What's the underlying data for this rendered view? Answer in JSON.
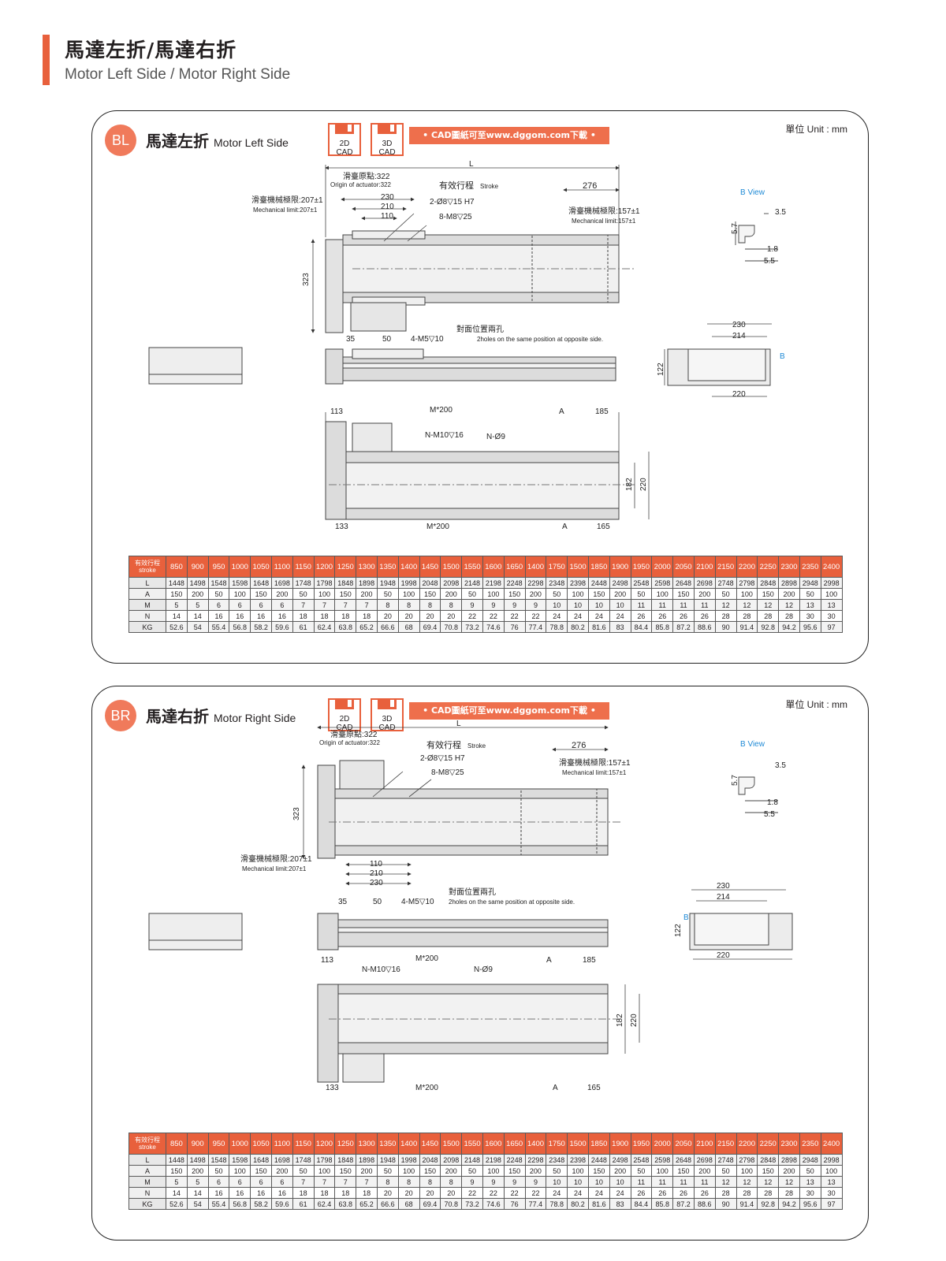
{
  "page": {
    "title": "馬達左折/馬達右折",
    "subtitle": "Motor Left Side / Motor Right Side"
  },
  "common": {
    "cad_2d": [
      "2D",
      "CAD"
    ],
    "cad_3d": [
      "3D",
      "CAD"
    ],
    "download_text": "• CAD圖紙可至www.dggom.com下載 •",
    "unit": "單位 Unit : mm"
  },
  "panels": [
    {
      "badge": "BL",
      "title_zh": "馬達左折",
      "title_en": "Motor Left Side"
    },
    {
      "badge": "BR",
      "title_zh": "馬達右折",
      "title_en": "Motor Right Side"
    }
  ],
  "labels": {
    "L": "L",
    "origin_zh": "滑臺原點:322",
    "origin_en": "Origin of actuator:322",
    "stroke_zh": "有效行程",
    "stroke_en": "Stroke",
    "d276": "276",
    "d230": "230",
    "d210": "210",
    "d110": "110",
    "hole1": "2-Ø8▽15 H7",
    "hole2": "8-M8▽25",
    "mech_left_zh": "滑臺機械極限:207±1",
    "mech_left_en": "Mechanical limit:207±1",
    "mech_right_zh": "滑臺機械極限:157±1",
    "mech_right_en": "Mechanical limit:157±1",
    "d323": "323",
    "bview": "B View",
    "d3_5": "3.5",
    "d5_7": "5.7",
    "d1_8": "1.8",
    "d5_5": "5.5",
    "opp_zh": "對面位置兩孔",
    "opp_en": "2holes on the same position at opposite side.",
    "d35": "35",
    "d50": "50",
    "m5": "4-M5▽10",
    "d214": "214",
    "d220": "220",
    "d122": "122",
    "B": "B",
    "d113": "113",
    "m200": "M*200",
    "A": "A",
    "d185": "185",
    "nm10": "N-M10▽16",
    "n9": "N-Ø9",
    "d182": "182",
    "d133": "133",
    "d165": "165"
  },
  "table": {
    "header_label": [
      "有效行程",
      "stroke"
    ],
    "strokes": [
      "850",
      "900",
      "950",
      "1000",
      "1050",
      "1100",
      "1150",
      "1200",
      "1250",
      "1300",
      "1350",
      "1400",
      "1450",
      "1500",
      "1550",
      "1600",
      "1650",
      "1400",
      "1750",
      "1500",
      "1850",
      "1900",
      "1950",
      "2000",
      "2050",
      "2100",
      "2150",
      "2200",
      "2250",
      "2300",
      "2350",
      "2400"
    ],
    "rows": [
      {
        "label": "L",
        "values": [
          "1448",
          "1498",
          "1548",
          "1598",
          "1648",
          "1698",
          "1748",
          "1798",
          "1848",
          "1898",
          "1948",
          "1998",
          "2048",
          "2098",
          "2148",
          "2198",
          "2248",
          "2298",
          "2348",
          "2398",
          "2448",
          "2498",
          "2548",
          "2598",
          "2648",
          "2698",
          "2748",
          "2798",
          "2848",
          "2898",
          "2948",
          "2998"
        ]
      },
      {
        "label": "A",
        "values": [
          "150",
          "200",
          "50",
          "100",
          "150",
          "200",
          "50",
          "100",
          "150",
          "200",
          "50",
          "100",
          "150",
          "200",
          "50",
          "100",
          "150",
          "200",
          "50",
          "100",
          "150",
          "200",
          "50",
          "100",
          "150",
          "200",
          "50",
          "100",
          "150",
          "200",
          "50",
          "100"
        ]
      },
      {
        "label": "M",
        "values": [
          "5",
          "5",
          "6",
          "6",
          "6",
          "6",
          "7",
          "7",
          "7",
          "7",
          "8",
          "8",
          "8",
          "8",
          "9",
          "9",
          "9",
          "9",
          "10",
          "10",
          "10",
          "10",
          "11",
          "11",
          "11",
          "11",
          "12",
          "12",
          "12",
          "12",
          "13",
          "13"
        ]
      },
      {
        "label": "N",
        "values": [
          "14",
          "14",
          "16",
          "16",
          "16",
          "16",
          "18",
          "18",
          "18",
          "18",
          "20",
          "20",
          "20",
          "20",
          "22",
          "22",
          "22",
          "22",
          "24",
          "24",
          "24",
          "24",
          "26",
          "26",
          "26",
          "26",
          "28",
          "28",
          "28",
          "28",
          "30",
          "30"
        ]
      },
      {
        "label": "KG",
        "values": [
          "52.6",
          "54",
          "55.4",
          "56.8",
          "58.2",
          "59.6",
          "61",
          "62.4",
          "63.8",
          "65.2",
          "66.6",
          "68",
          "69.4",
          "70.8",
          "73.2",
          "74.6",
          "76",
          "77.4",
          "78.8",
          "80.2",
          "81.6",
          "83",
          "84.4",
          "85.8",
          "87.2",
          "88.6",
          "90",
          "91.4",
          "92.8",
          "94.2",
          "95.6",
          "97"
        ]
      }
    ]
  }
}
